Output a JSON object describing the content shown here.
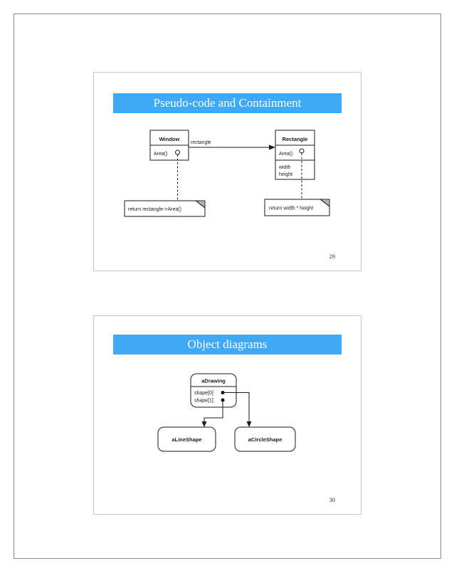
{
  "document": {
    "slides": {
      "s29": {
        "title": "Pseudo-code and Containment",
        "page_number": "29",
        "uml": {
          "window_name": "Window",
          "window_operation": "Area()",
          "association_label": "rectangle",
          "rectangle_name": "Rectangle",
          "rectangle_operation": "Area()",
          "rectangle_attr_width": "width",
          "rectangle_attr_height": "height",
          "window_note": "return rectangle->Area()",
          "rectangle_note": "return width * height"
        }
      },
      "s30": {
        "title": "Object diagrams",
        "page_number": "30",
        "objects": {
          "drawing_name": "aDrawing",
          "slot_0": "shape[0]",
          "slot_1": "shape[1]",
          "line_shape_name": "aLineShape",
          "circle_shape_name": "aCircleShape"
        }
      }
    },
    "colors": {
      "title_bar": "#3fa9f5",
      "title_text": "#ffffff"
    }
  }
}
